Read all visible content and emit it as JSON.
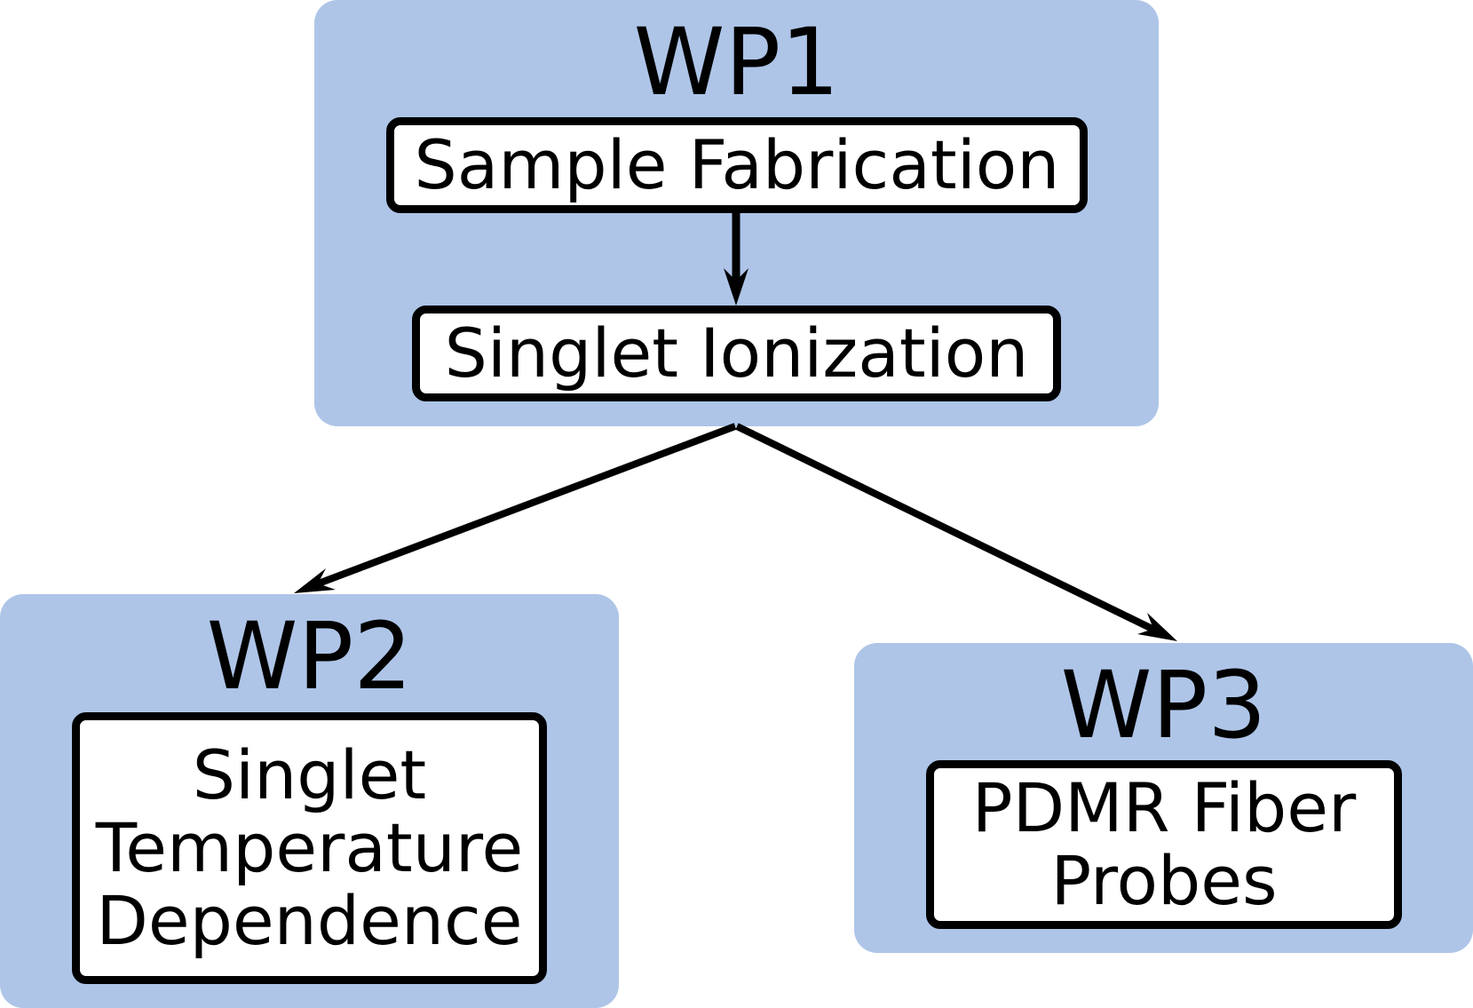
{
  "wp1": {
    "title": "WP1",
    "tasks": [
      "Sample Fabrication",
      "Singlet Ionization"
    ]
  },
  "wp2": {
    "title": "WP2",
    "task_lines": [
      "Singlet",
      "Temperature",
      "Dependence"
    ]
  },
  "wp3": {
    "title": "WP3",
    "task_lines": [
      "PDMR Fiber",
      "Probes"
    ]
  },
  "colors": {
    "panel": "#aec5e8",
    "box_fill": "#ffffff",
    "stroke": "#000000"
  }
}
